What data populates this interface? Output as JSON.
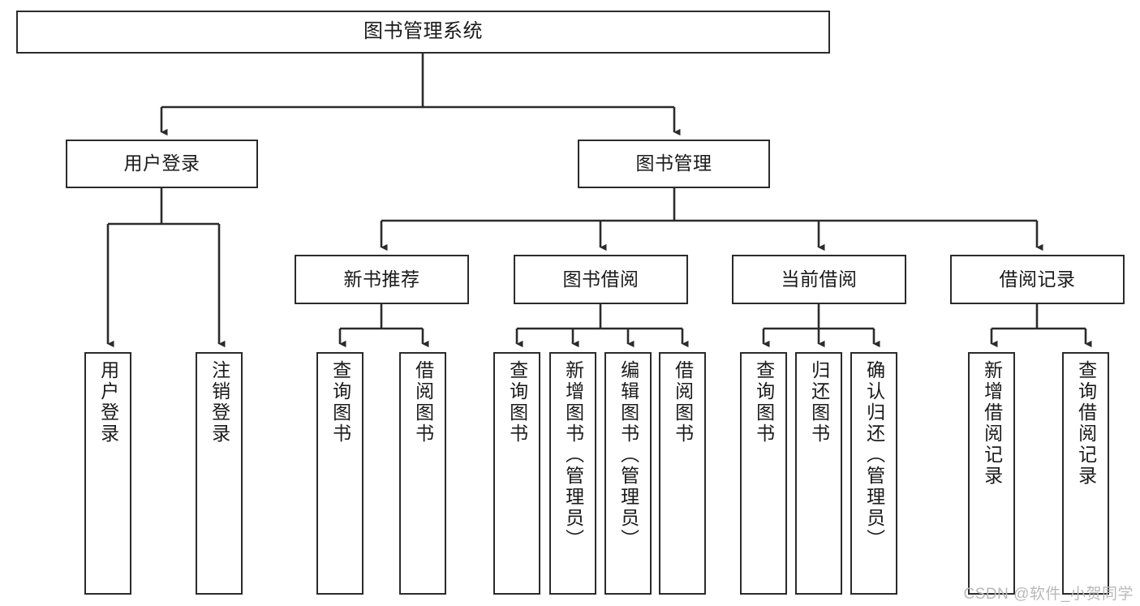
{
  "diagram": {
    "title": "图书管理系统",
    "type": "hierarchy-tree",
    "watermark": "CSDN @软件_小贺同学",
    "colors": {
      "background": "#ffffff",
      "node_border": "#2b2b2b",
      "node_fill": "#ffffff",
      "edge": "#2b2b2b",
      "text": "#1a1a1a",
      "watermark": "#b9b9b9"
    },
    "levels": {
      "root": [
        "图书管理系统"
      ],
      "level2": [
        "用户登录",
        "图书管理"
      ],
      "level3": [
        "新书推荐",
        "图书借阅",
        "当前借阅",
        "借阅记录"
      ],
      "leaves": [
        "用户登录",
        "注销登录",
        "查询图书",
        "借阅图书",
        "查询图书",
        "新增图书（管理员）",
        "编辑图书（管理员）",
        "借阅图书",
        "查询图书",
        "归还图书",
        "确认归还（管理员）",
        "新增借阅记录",
        "查询借阅记录"
      ]
    },
    "nodes": {
      "root": {
        "label": "图书管理系统"
      },
      "user_login": {
        "label": "用户登录"
      },
      "book_manage": {
        "label": "图书管理"
      },
      "new_book_rec": {
        "label": "新书推荐"
      },
      "book_borrow": {
        "label": "图书借阅"
      },
      "current_borrow": {
        "label": "当前借阅"
      },
      "borrow_record": {
        "label": "借阅记录"
      },
      "leaf_user_login": {
        "label": "用户登录"
      },
      "leaf_logout": {
        "label": "注销登录"
      },
      "leaf_query_book_a": {
        "label": "查询图书"
      },
      "leaf_borrow_book_a": {
        "label": "借阅图书"
      },
      "leaf_query_book_b": {
        "label": "查询图书"
      },
      "leaf_add_book_admin": {
        "label": "新增图书（管理员）"
      },
      "leaf_edit_book_admin": {
        "label": "编辑图书（管理员）"
      },
      "leaf_borrow_book_b": {
        "label": "借阅图书"
      },
      "leaf_query_book_c": {
        "label": "查询图书"
      },
      "leaf_return_book": {
        "label": "归还图书"
      },
      "leaf_confirm_return_admin": {
        "label": "确认归还（管理员）"
      },
      "leaf_add_borrow_record": {
        "label": "新增借阅记录"
      },
      "leaf_query_borrow_record": {
        "label": "查询借阅记录"
      }
    }
  }
}
